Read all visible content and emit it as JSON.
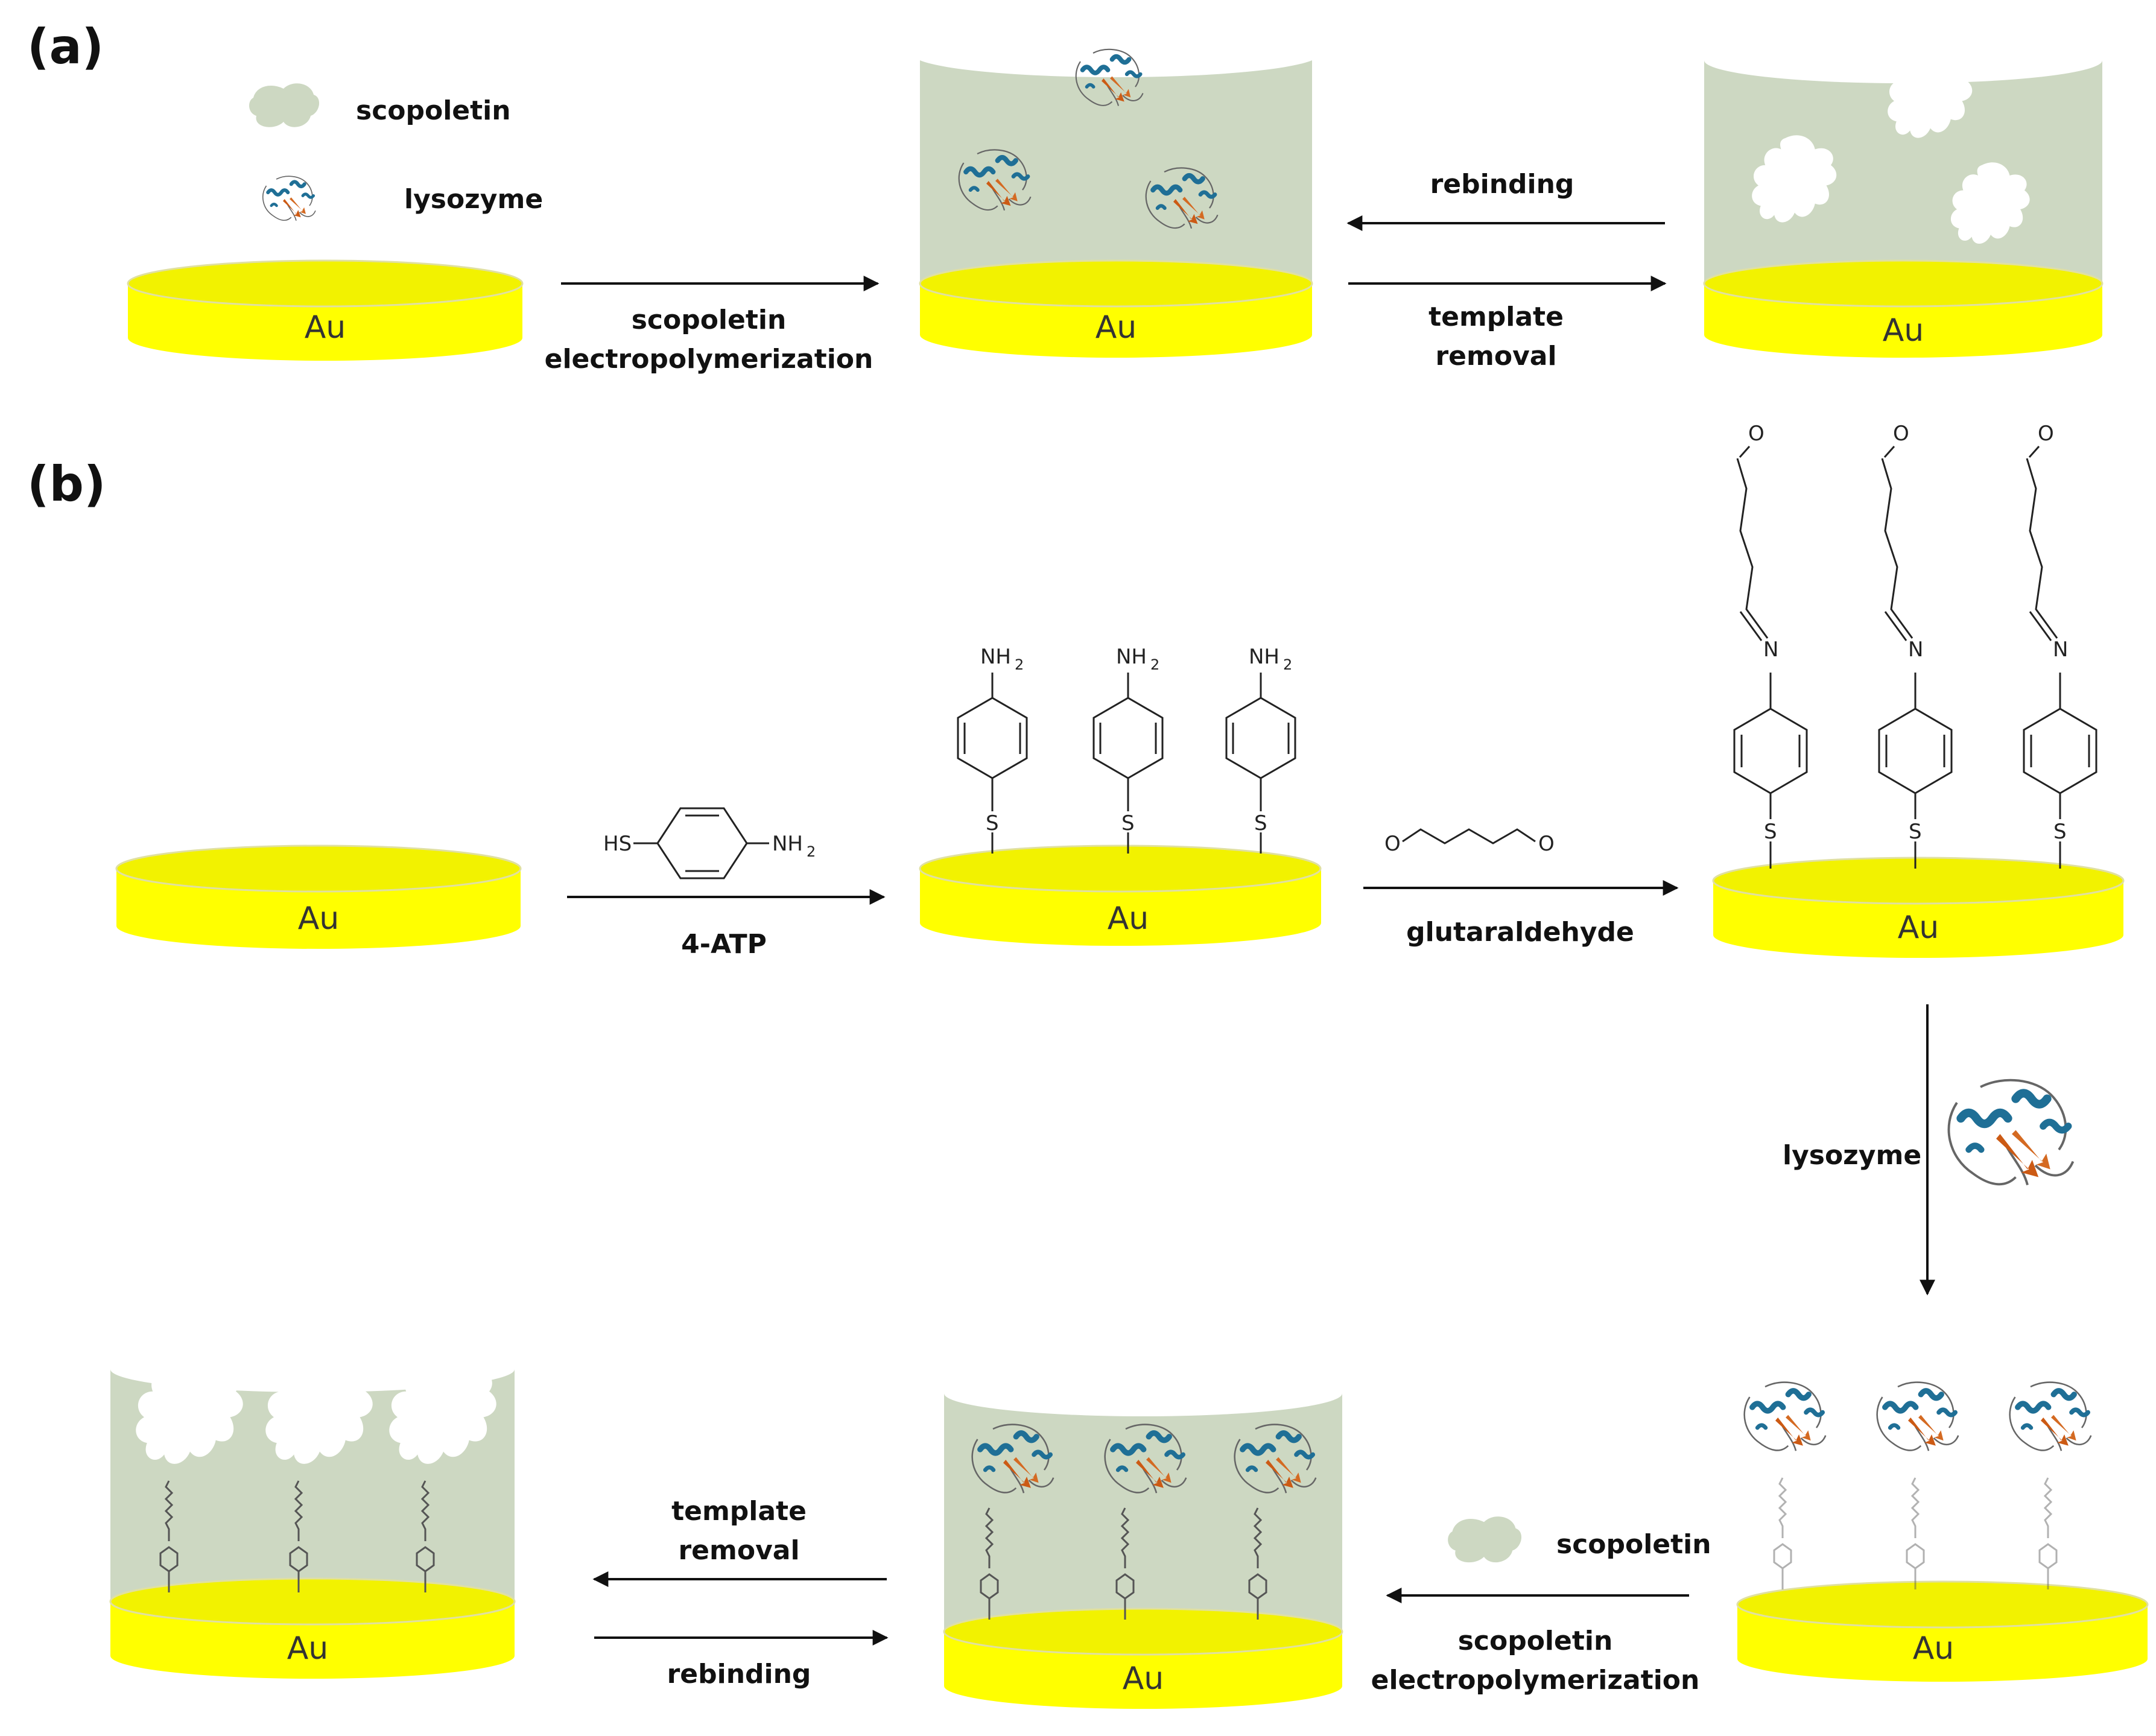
{
  "panels": {
    "a": "(a)",
    "b": "(b)"
  },
  "electrode_label": "Au",
  "legend": {
    "scopoletin": "scopoletin",
    "lysozyme": "lysozyme"
  },
  "steps": {
    "a_electropolymerization": [
      "scopoletin",
      "electropolymerization"
    ],
    "a_rebinding": "rebinding",
    "a_template_removal": [
      "template",
      "removal"
    ],
    "b_atp": "4-ATP",
    "b_glutaraldehyde": "glutaraldehyde",
    "b_lysozyme": "lysozyme",
    "b_scopoletin": "scopoletin",
    "b_electropolymerization": [
      "scopoletin",
      "electropolymerization"
    ],
    "b_template_removal": [
      "template",
      "removal"
    ],
    "b_rebinding": "rebinding"
  },
  "chem": {
    "nh2": "NH",
    "sub2": "2",
    "hs": "HS",
    "s": "S",
    "n": "N",
    "o": "O"
  },
  "colors": {
    "gold_top": "#f2f200",
    "gold_side": "#ffff00",
    "polymer": "#cdd8c2",
    "helix": "#1f6f96",
    "strand": "#cc5a14"
  }
}
